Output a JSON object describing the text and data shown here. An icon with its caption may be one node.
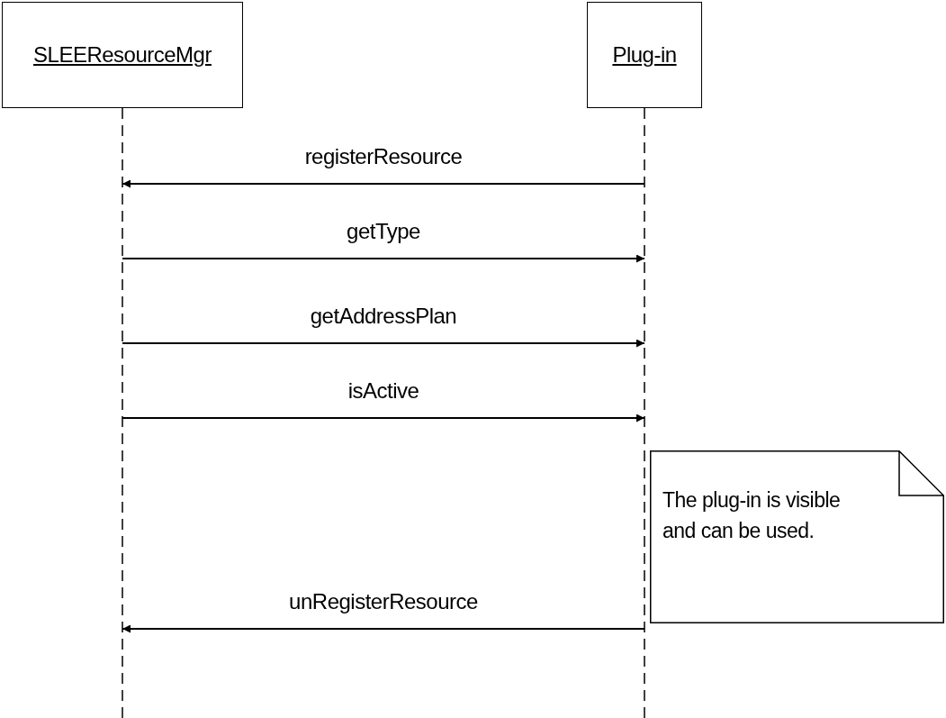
{
  "diagram": {
    "nodes": [
      {
        "text": [
          "SLEEResourceMgr"
        ]
      },
      {
        "text": [
          "Plug-in"
        ]
      },
      {
        "text": [
          "The plug-in is visible and can be used."
        ]
      }
    ],
    "edges": [
      {
        "from": 1,
        "to": 0,
        "arrow": "to",
        "label": "registerResource"
      },
      {
        "from": 0,
        "to": 1,
        "arrow": "to",
        "label": "getType"
      },
      {
        "from": 0,
        "to": 1,
        "arrow": "to",
        "label": "getAddressPlan"
      },
      {
        "from": 0,
        "to": 1,
        "arrow": "to",
        "label": "isActive"
      },
      {
        "from": 1,
        "to": 0,
        "arrow": "to",
        "label": "unRegisterResource"
      }
    ]
  }
}
